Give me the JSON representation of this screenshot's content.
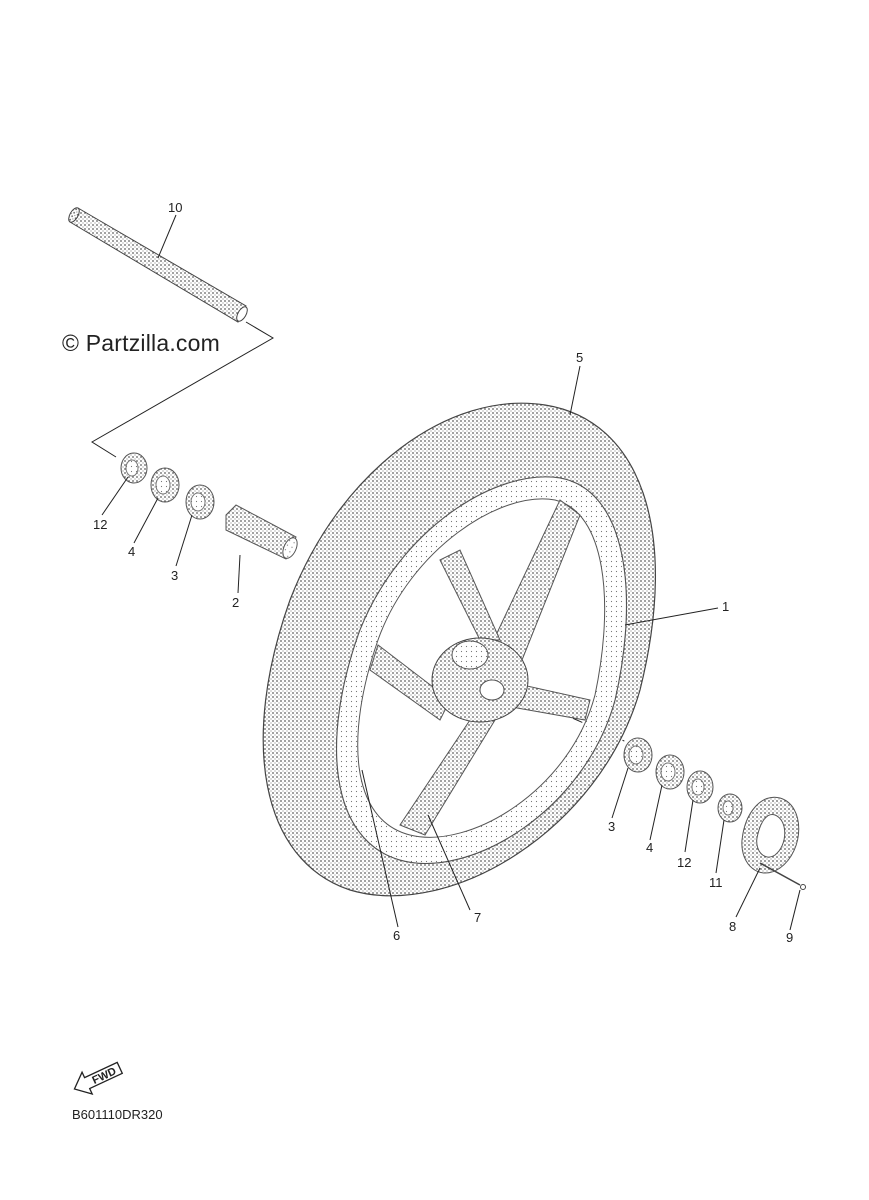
{
  "watermark": "© Partzilla.com",
  "diagram_code": "B601110DR320",
  "fwd_label": "FWD",
  "callouts": {
    "c1": "1",
    "c2": "2",
    "c3a": "3",
    "c3b": "3",
    "c4a": "4",
    "c4b": "4",
    "c5": "5",
    "c6": "6",
    "c7": "7",
    "c8": "8",
    "c9": "9",
    "c10": "10",
    "c11": "11",
    "c12a": "12",
    "c12b": "12"
  }
}
